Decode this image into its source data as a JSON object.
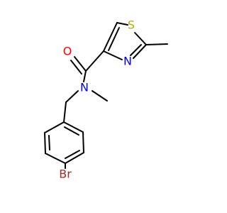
{
  "atoms": {
    "oxygen": "O",
    "nitrogen_amide": "N",
    "nitrogen_ring": "N",
    "sulfur": "S",
    "bromine": "Br"
  },
  "colors": {
    "bond": "#000000",
    "oxygen": "#ff0000",
    "nitrogen": "#0000ff",
    "sulfur": "#b2b200",
    "bromine": "#a52a2a"
  }
}
